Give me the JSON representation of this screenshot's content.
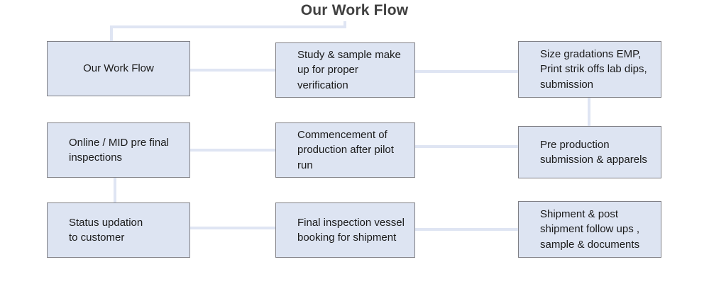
{
  "title": "Our Work Flow",
  "theme": {
    "page_background": "#ffffff",
    "node_fill": "#dde4f2",
    "node_border": "#7f7f85",
    "connector": "#dfe5f3",
    "title_color": "#404040",
    "text_color": "#1a1a1a"
  },
  "nodes": [
    {
      "id": "node-our-work-flow",
      "label": "Our Work Flow"
    },
    {
      "id": "node-study-sample",
      "label": "Study & sample make\nup for proper verification"
    },
    {
      "id": "node-size-gradations",
      "label": "Size gradations EMP,\nPrint strik offs lab dips,\nsubmission"
    },
    {
      "id": "node-online-mid",
      "label": "Online / MID pre final\ninspections"
    },
    {
      "id": "node-commencement",
      "label": "Commencement of\nproduction after pilot run"
    },
    {
      "id": "node-pre-production",
      "label": "Pre production\nsubmission & apparels"
    },
    {
      "id": "node-status-updation",
      "label": "Status updation\nto customer"
    },
    {
      "id": "node-final-inspection",
      "label": "Final inspection vessel\nbooking for shipment"
    },
    {
      "id": "node-shipment-post",
      "label": "Shipment & post\nshipment follow ups ,\nsample & documents"
    }
  ],
  "connectors": [
    {
      "id": "connector-title-to-start"
    },
    {
      "id": "connector-start-to-study"
    },
    {
      "id": "connector-study-to-size"
    },
    {
      "id": "connector-size-to-preproduction"
    },
    {
      "id": "connector-commencement-to-preproduction"
    },
    {
      "id": "connector-online-to-commencement"
    },
    {
      "id": "connector-online-to-status"
    },
    {
      "id": "connector-status-to-final"
    },
    {
      "id": "connector-final-to-shipment"
    }
  ]
}
